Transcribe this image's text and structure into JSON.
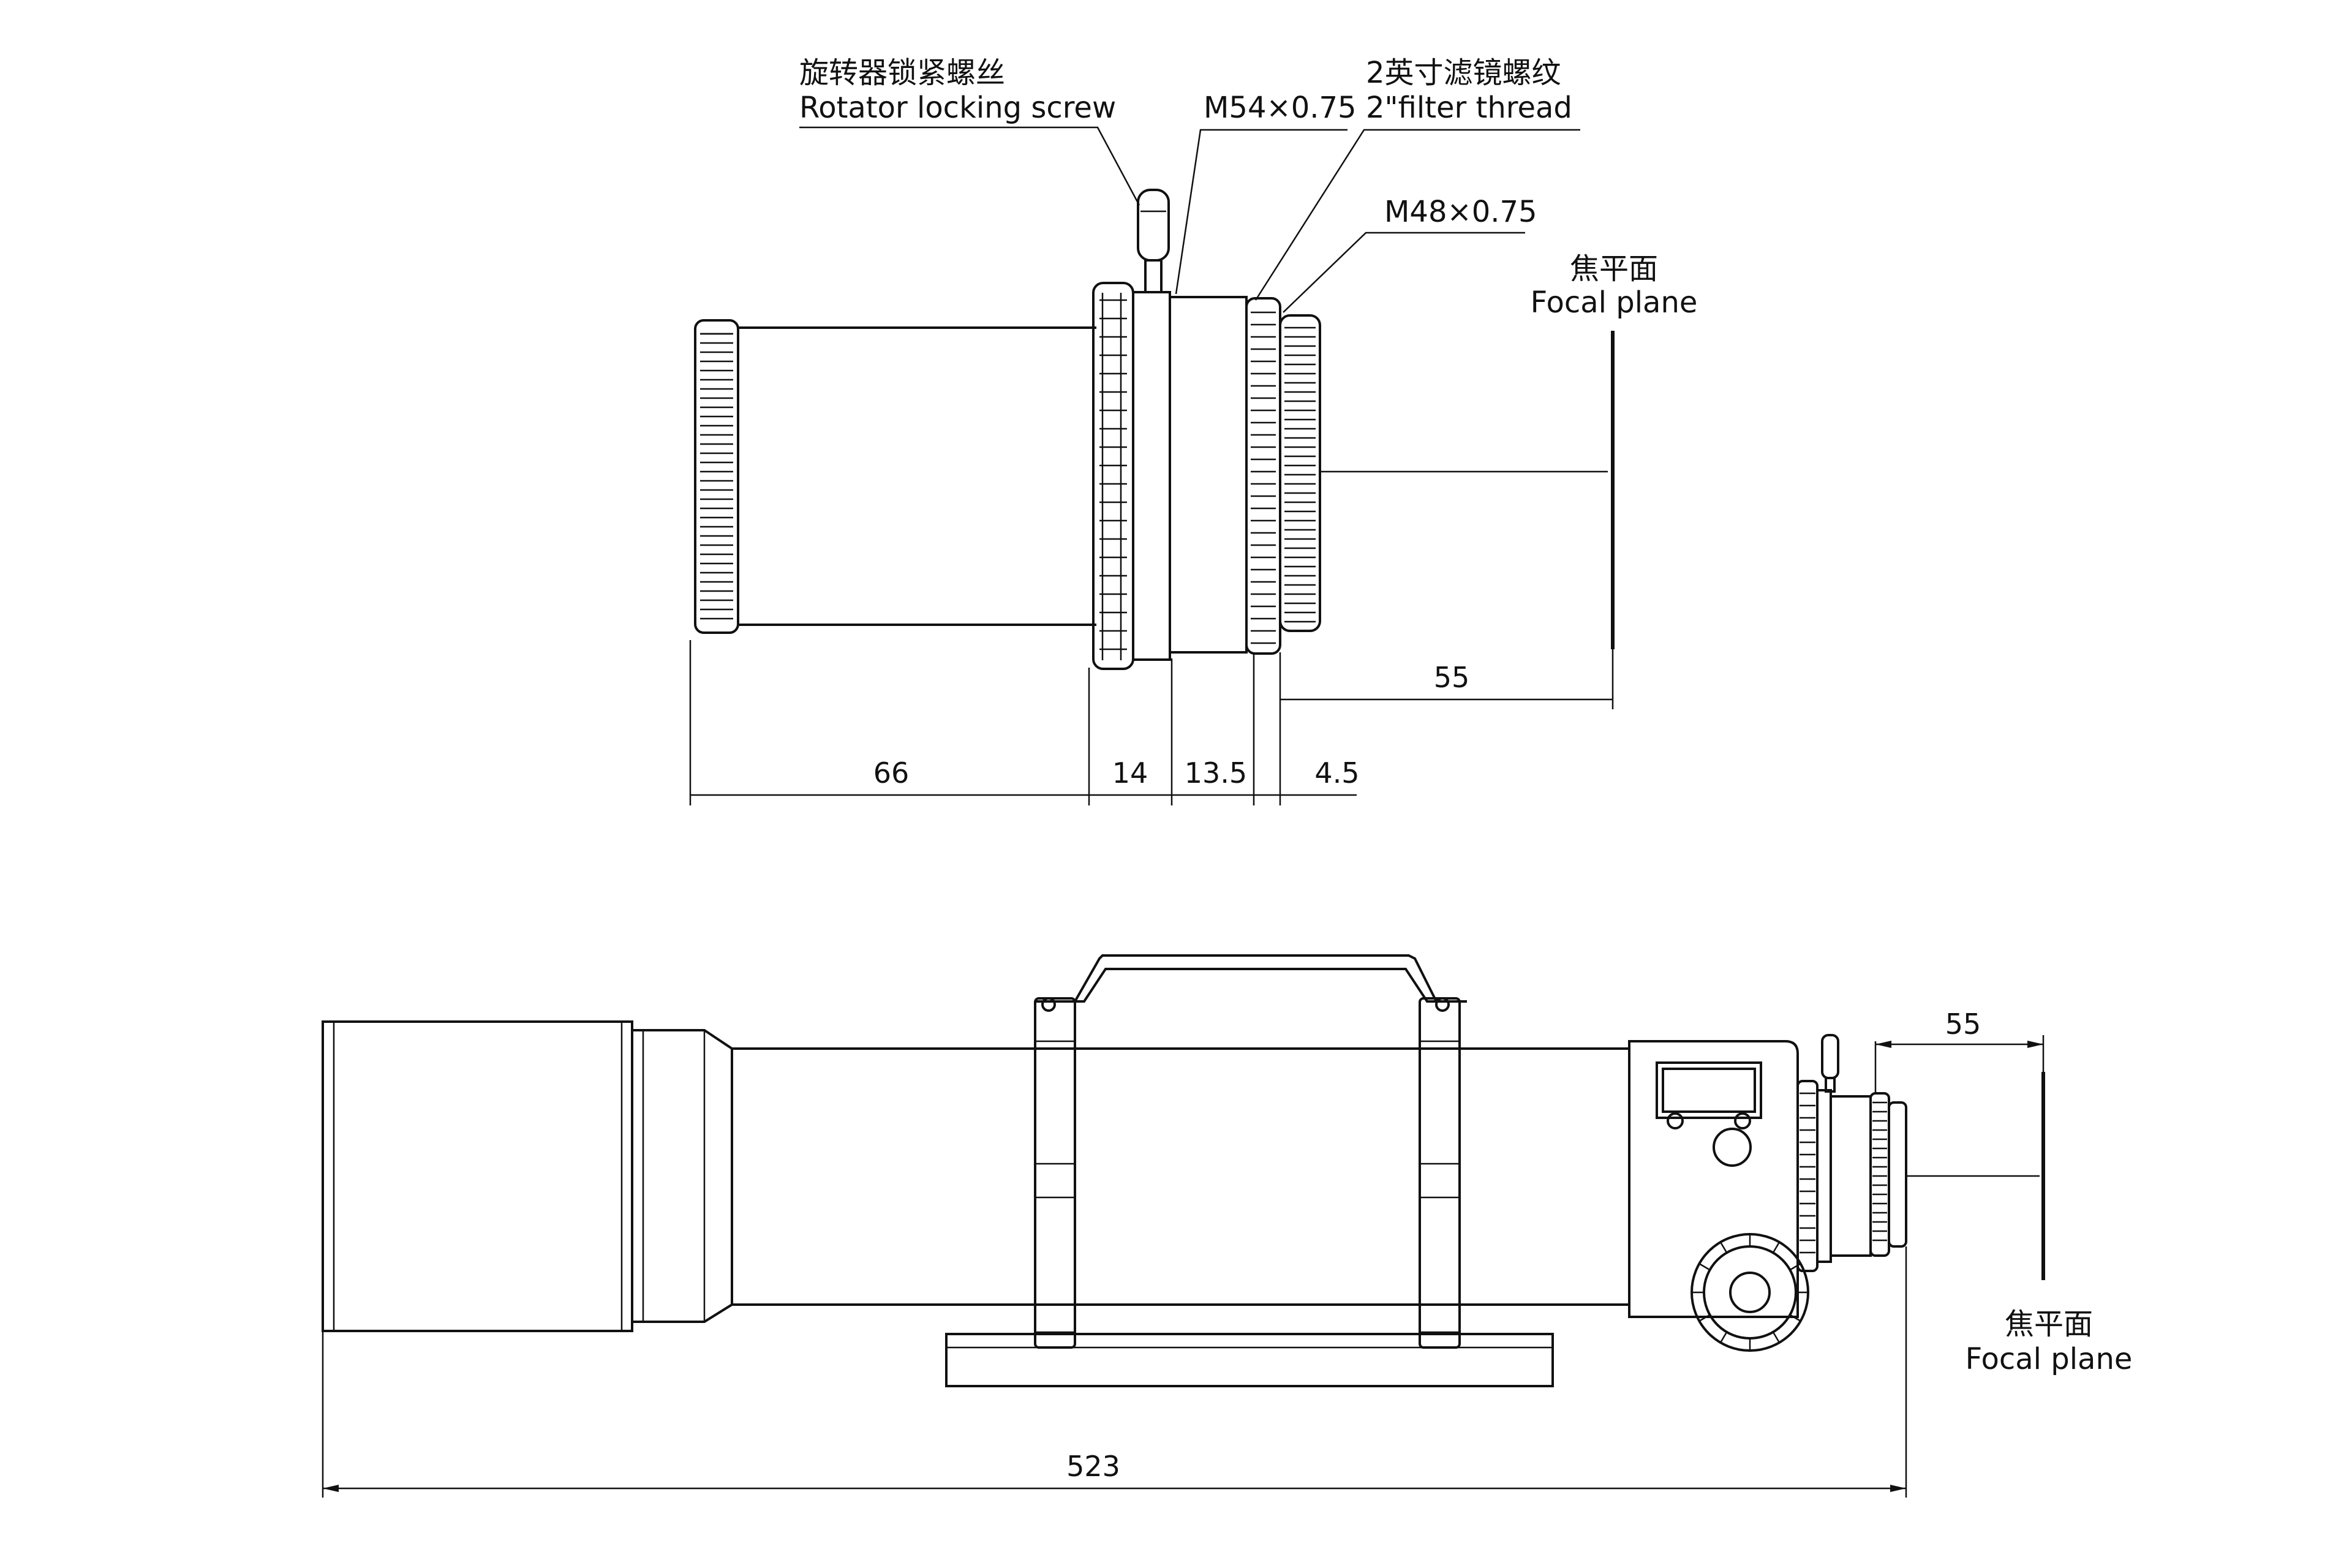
{
  "top_view": {
    "labels": {
      "rotator_cn": "旋转器锁紧螺丝",
      "rotator_en": "Rotator locking screw",
      "m54": "M54×0.75",
      "filter_cn": "2英寸滤镜螺纹",
      "filter_en": "2\"filter thread",
      "m48": "M48×0.75",
      "focal_cn": "焦平面",
      "focal_en": "Focal plane"
    },
    "dimensions": {
      "d66": "66",
      "d14": "14",
      "d13_5": "13.5",
      "d4_5": "4.5",
      "d55": "55"
    }
  },
  "bottom_view": {
    "labels": {
      "focal_cn": "焦平面",
      "focal_en": "Focal plane"
    },
    "dimensions": {
      "d55": "55",
      "d523": "523"
    }
  }
}
